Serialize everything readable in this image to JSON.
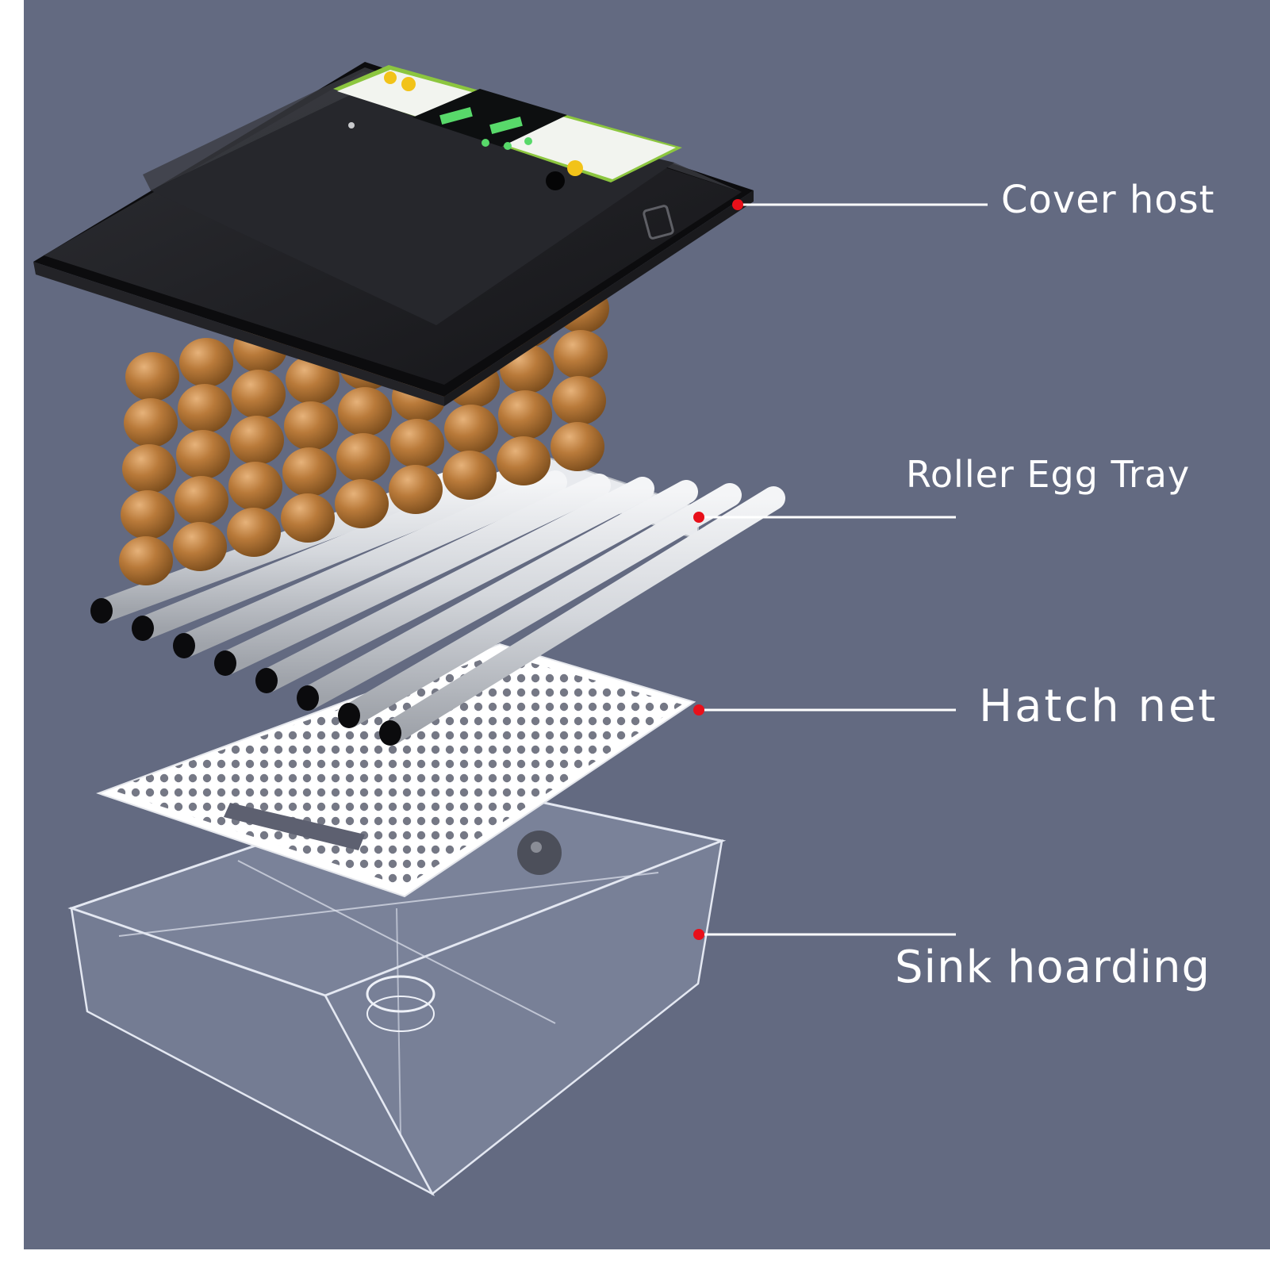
{
  "callouts": [
    {
      "label": "Cover host"
    },
    {
      "label": "Roller Egg Tray"
    },
    {
      "label": "Hatch net"
    },
    {
      "label": "Sink hoarding"
    }
  ],
  "colors": {
    "background": "#636a81",
    "marker": "#e8101a",
    "leader_line": "#ffffff",
    "cover": "#151518",
    "eggs": "#b5793a",
    "label_panel": "#8cc63f"
  }
}
